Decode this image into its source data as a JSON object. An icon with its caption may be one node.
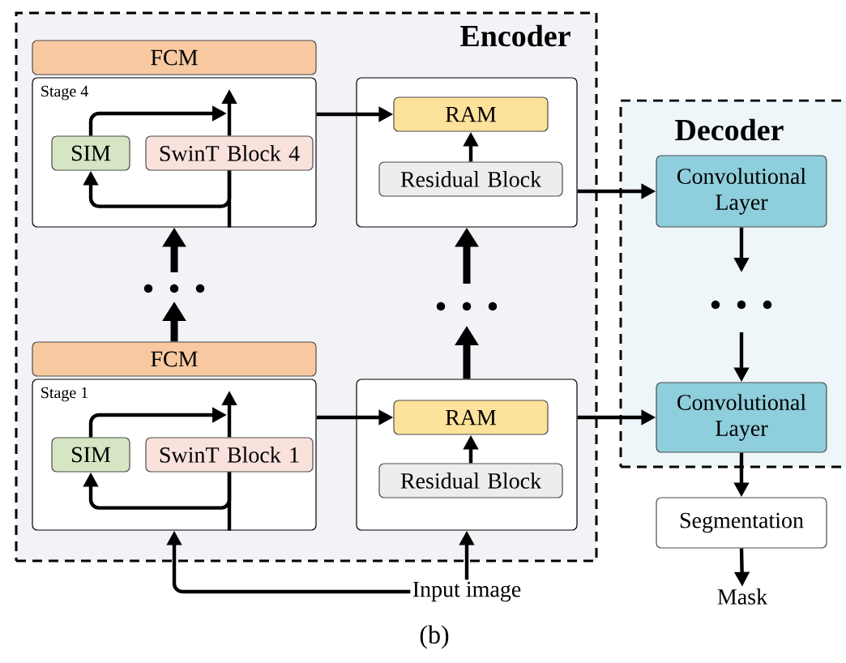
{
  "diagram": {
    "caption": "(b)",
    "nodes": [
      {
        "text": [
          "Encoder"
        ]
      },
      {
        "text": [
          "Decoder"
        ]
      },
      {
        "text": [
          "FCM"
        ],
        "in": 0
      },
      {
        "text": [
          "Stage 4"
        ],
        "in": 0
      },
      {
        "text": [
          "SIM"
        ],
        "in": 3
      },
      {
        "text": [
          "SwinT Block 4"
        ],
        "in": 3
      },
      {
        "text": [],
        "shape": "box",
        "in": 0
      },
      {
        "text": [
          "RAM"
        ],
        "in": 6
      },
      {
        "text": [
          "Residual Block"
        ],
        "in": 6
      },
      {
        "text": [
          "Convolutional Layer"
        ],
        "in": 1
      },
      {
        "text": [
          "FCM"
        ],
        "in": 0
      },
      {
        "text": [
          "Stage 1"
        ],
        "in": 0
      },
      {
        "text": [
          "SIM"
        ],
        "in": 11
      },
      {
        "text": [
          "SwinT Block 1"
        ],
        "in": 11
      },
      {
        "text": [],
        "shape": "box",
        "in": 0
      },
      {
        "text": [
          "RAM"
        ],
        "in": 14
      },
      {
        "text": [
          "Residual Block"
        ],
        "in": 14
      },
      {
        "text": [
          "Convolutional Layer"
        ],
        "in": 1
      },
      {
        "text": [
          "Segmentation"
        ]
      },
      {
        "text": [
          "Input image"
        ]
      },
      {
        "text": [
          "Mask"
        ]
      }
    ],
    "edges": [
      {
        "from": 3,
        "to": 7,
        "arrow": "to"
      },
      {
        "from": 8,
        "to": 7,
        "arrow": "to"
      },
      {
        "from": 6,
        "to": 9,
        "arrow": "to"
      },
      {
        "from": 5,
        "to": null,
        "arrow": "to"
      },
      {
        "from": 5,
        "to": 4,
        "arrow": "to"
      },
      {
        "from": 4,
        "to": 5,
        "arrow": "to"
      },
      {
        "from": 11,
        "to": 15,
        "arrow": "to"
      },
      {
        "from": 16,
        "to": 15,
        "arrow": "to"
      },
      {
        "from": 14,
        "to": 17,
        "arrow": "to"
      },
      {
        "from": 13,
        "to": null,
        "arrow": "to"
      },
      {
        "from": 13,
        "to": 12,
        "arrow": "to"
      },
      {
        "from": 12,
        "to": 13,
        "arrow": "to"
      },
      {
        "from": 10,
        "to": null,
        "arrow": "to",
        "style": "thick"
      },
      {
        "from": null,
        "to": 3,
        "arrow": "to",
        "style": "thick"
      },
      {
        "from": 14,
        "to": null,
        "arrow": "to",
        "style": "thick"
      },
      {
        "from": null,
        "to": 6,
        "arrow": "to",
        "style": "thick"
      },
      {
        "from": 9,
        "to": null,
        "arrow": "to"
      },
      {
        "from": null,
        "to": 17,
        "arrow": "to"
      },
      {
        "from": 19,
        "to": 11,
        "arrow": "to"
      },
      {
        "from": 19,
        "to": 14,
        "arrow": "to"
      },
      {
        "from": 17,
        "to": 18,
        "arrow": "to"
      },
      {
        "from": 18,
        "to": 20,
        "arrow": "to"
      }
    ]
  }
}
